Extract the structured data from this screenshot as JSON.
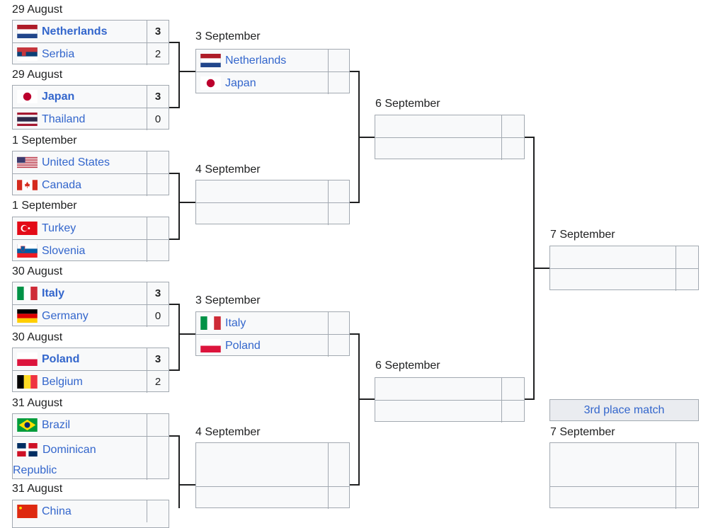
{
  "round1": [
    {
      "date": "29 August",
      "teams": [
        {
          "name": "Netherlands",
          "score": "3",
          "winner": true,
          "flag": "netherlands-flag"
        },
        {
          "name": "Serbia",
          "score": "2",
          "winner": false,
          "flag": "serbia-flag"
        }
      ]
    },
    {
      "date": "29 August",
      "teams": [
        {
          "name": "Japan",
          "score": "3",
          "winner": true,
          "flag": "japan-flag"
        },
        {
          "name": "Thailand",
          "score": "0",
          "winner": false,
          "flag": "thailand-flag"
        }
      ]
    },
    {
      "date": "1 September",
      "teams": [
        {
          "name": "United States",
          "score": "",
          "winner": false,
          "flag": "united-states-flag"
        },
        {
          "name": "Canada",
          "score": "",
          "winner": false,
          "flag": "canada-flag"
        }
      ]
    },
    {
      "date": "1 September",
      "teams": [
        {
          "name": "Turkey",
          "score": "",
          "winner": false,
          "flag": "turkey-flag"
        },
        {
          "name": "Slovenia",
          "score": "",
          "winner": false,
          "flag": "slovenia-flag"
        }
      ]
    },
    {
      "date": "30 August",
      "teams": [
        {
          "name": "Italy",
          "score": "3",
          "winner": true,
          "flag": "italy-flag"
        },
        {
          "name": "Germany",
          "score": "0",
          "winner": false,
          "flag": "germany-flag"
        }
      ]
    },
    {
      "date": "30 August",
      "teams": [
        {
          "name": "Poland",
          "score": "3",
          "winner": true,
          "flag": "poland-flag"
        },
        {
          "name": "Belgium",
          "score": "2",
          "winner": false,
          "flag": "belgium-flag"
        }
      ]
    },
    {
      "date": "31 August",
      "teams": [
        {
          "name": "Brazil",
          "score": "",
          "winner": false,
          "flag": "brazil-flag"
        },
        {
          "name_line1": "Dominican",
          "name_line2": "Republic",
          "score": "",
          "winner": false,
          "flag": "dominican-republic-flag"
        }
      ]
    },
    {
      "date": "31 August",
      "teams": [
        {
          "name": "China",
          "score": "",
          "winner": false,
          "flag": "china-flag"
        }
      ]
    }
  ],
  "quarterfinals": [
    {
      "date": "3 September",
      "teams": [
        {
          "name": "Netherlands",
          "score": "",
          "flag": "netherlands-flag"
        },
        {
          "name": "Japan",
          "score": "",
          "flag": "japan-flag"
        }
      ]
    },
    {
      "date": "4 September",
      "teams": [
        {
          "name": "",
          "score": ""
        },
        {
          "name": "",
          "score": ""
        }
      ]
    },
    {
      "date": "3 September",
      "teams": [
        {
          "name": "Italy",
          "score": "",
          "flag": "italy-flag"
        },
        {
          "name": "Poland",
          "score": "",
          "flag": "poland-flag"
        }
      ]
    },
    {
      "date": "4 September",
      "teams": [
        {
          "name": "",
          "score": ""
        },
        {
          "name": "",
          "score": ""
        }
      ]
    }
  ],
  "semifinals": [
    {
      "date": "6 September"
    },
    {
      "date": "6 September"
    }
  ],
  "final": {
    "date": "7 September"
  },
  "third_place": {
    "label": "3rd place match",
    "date": "7 September"
  },
  "colors": {
    "link": "#3366cc",
    "border": "#a2a9b1",
    "cell": "#f8f9fa",
    "header": "#eaecf0",
    "connector": "#202122"
  }
}
